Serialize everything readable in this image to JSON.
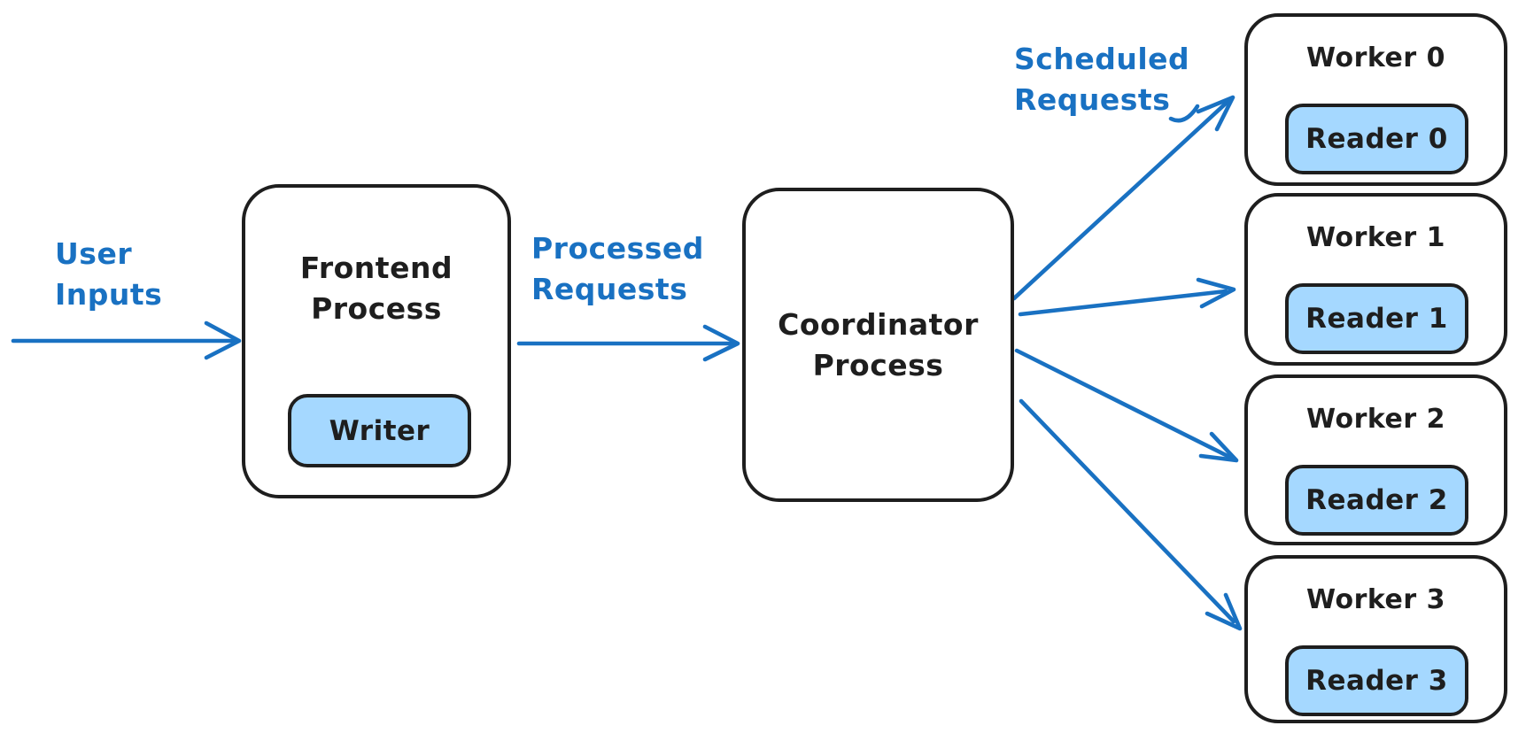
{
  "colors": {
    "node_border": "#1e1e1e",
    "text_black": "#1e1e1e",
    "accent_blue": "#1971c2",
    "inner_box_fill": "#a5d8ff",
    "background": "#ffffff"
  },
  "labels": {
    "user_inputs": {
      "line1": "User",
      "line2": "Inputs"
    },
    "processed_requests": {
      "line1": "Processed",
      "line2": "Requests"
    },
    "scheduled_requests": {
      "line1": "Scheduled",
      "line2": "Requests"
    }
  },
  "nodes": {
    "frontend": {
      "title_line1": "Frontend",
      "title_line2": "Process",
      "child_label": "Writer"
    },
    "coordinator": {
      "title_line1": "Coordinator",
      "title_line2": "Process"
    },
    "workers": [
      {
        "title": "Worker 0",
        "child_label": "Reader 0"
      },
      {
        "title": "Worker 1",
        "child_label": "Reader 1"
      },
      {
        "title": "Worker 2",
        "child_label": "Reader 2"
      },
      {
        "title": "Worker 3",
        "child_label": "Reader 3"
      }
    ]
  }
}
